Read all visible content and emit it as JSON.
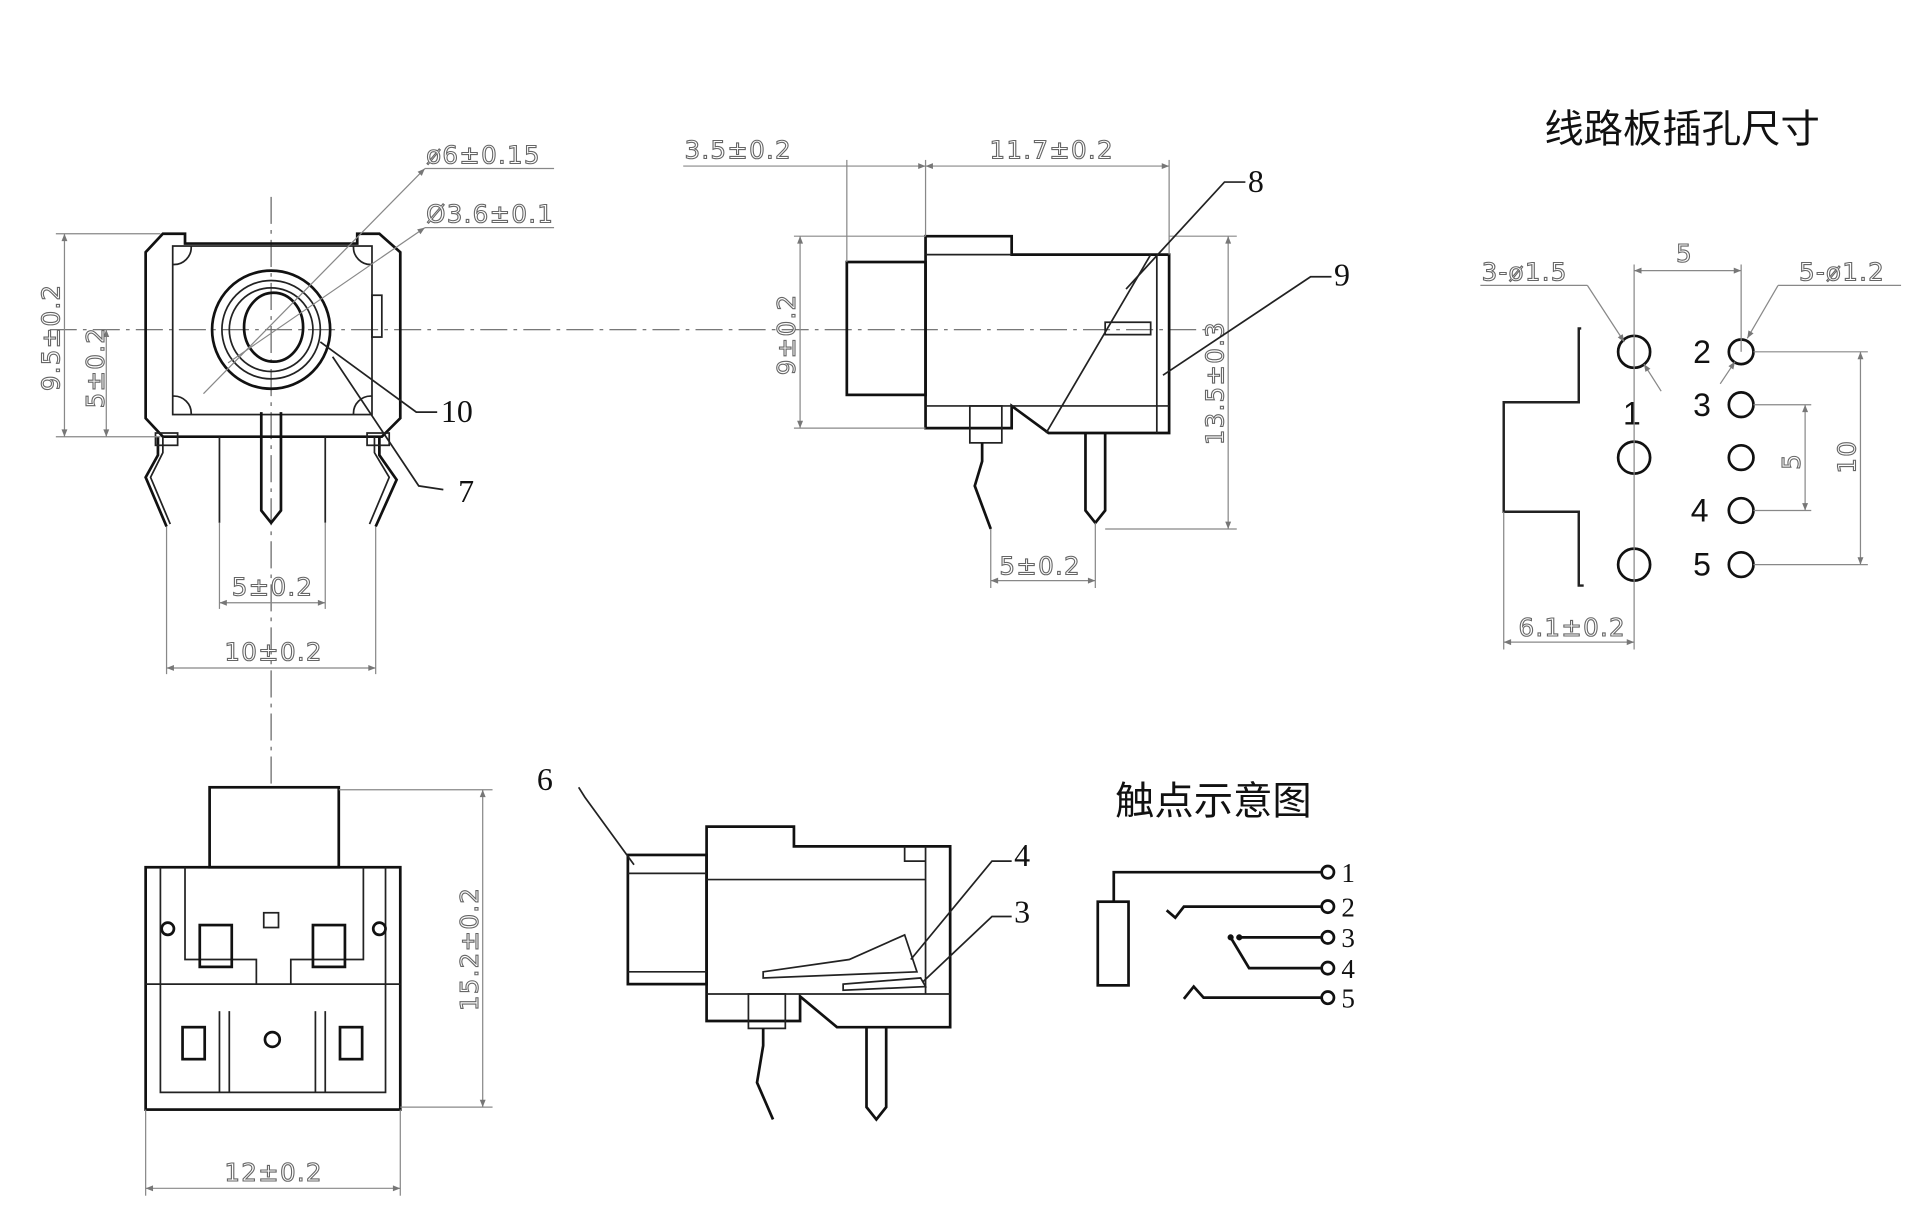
{
  "titles": {
    "pcb_footprint": "线路板插孔尺寸",
    "contact_diagram": "触点示意图"
  },
  "front_view": {
    "dims": {
      "outer_diameter": "ø6±0.15",
      "inner_diameter": "Ø3.6±0.1",
      "height": "9.5±0.2",
      "center_height": "5±0.2",
      "pin_pitch": "5±0.2",
      "width": "10±0.2"
    },
    "callouts": [
      "10",
      "7"
    ]
  },
  "side_view": {
    "dims": {
      "nose_length": "3.5±0.2",
      "body_length": "11.7±0.2",
      "nose_height": "9±0.2",
      "total_height": "13.5±0.3",
      "pin_spacing": "5±0.2"
    },
    "callouts": [
      "8",
      "9"
    ]
  },
  "bottom_view": {
    "dims": {
      "length": "15.2±0.2",
      "width": "12±0.2"
    }
  },
  "section_view": {
    "callouts": [
      "6",
      "4",
      "3"
    ]
  },
  "contact_diagram": {
    "terminals": [
      "1",
      "2",
      "3",
      "4",
      "5"
    ]
  },
  "pcb_footprint": {
    "dims": {
      "large_holes": "3-ø1.5",
      "small_holes": "5-ø1.2",
      "column_spacing": "5",
      "pitch_small": "5",
      "pitch_large": "10",
      "offset": "6.1±0.2"
    },
    "pin_labels": [
      "1",
      "2",
      "3",
      "4",
      "5"
    ]
  }
}
